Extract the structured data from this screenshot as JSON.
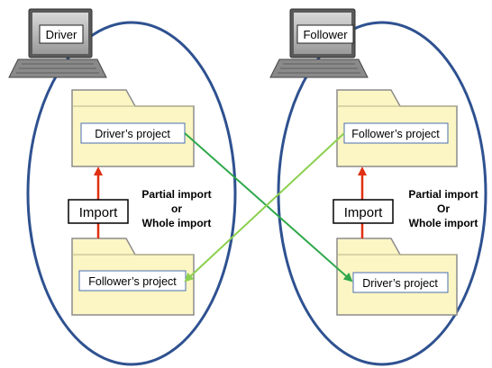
{
  "driver_side": {
    "computer_label": "Driver",
    "top_folder_label": "Driver’s project",
    "bottom_folder_label": "Follower’s project",
    "import_label": "Import",
    "note": [
      "Partial import",
      "or",
      "Whole import"
    ]
  },
  "follower_side": {
    "computer_label": "Follower",
    "top_folder_label": "Follower’s project",
    "bottom_folder_label": "Driver’s project",
    "import_label": "Import",
    "note": [
      "Partial import",
      "Or",
      "Whole import"
    ]
  },
  "colors": {
    "ellipse": "#2e5190",
    "folder_fill": "#fcf6c4",
    "folder_stroke": "#8c8c8c",
    "label_box_stroke": "#4a6fb0",
    "import_arrow": "#e03010",
    "cross_arrow_dark": "#2ea84a",
    "cross_arrow_light": "#8cd050"
  }
}
